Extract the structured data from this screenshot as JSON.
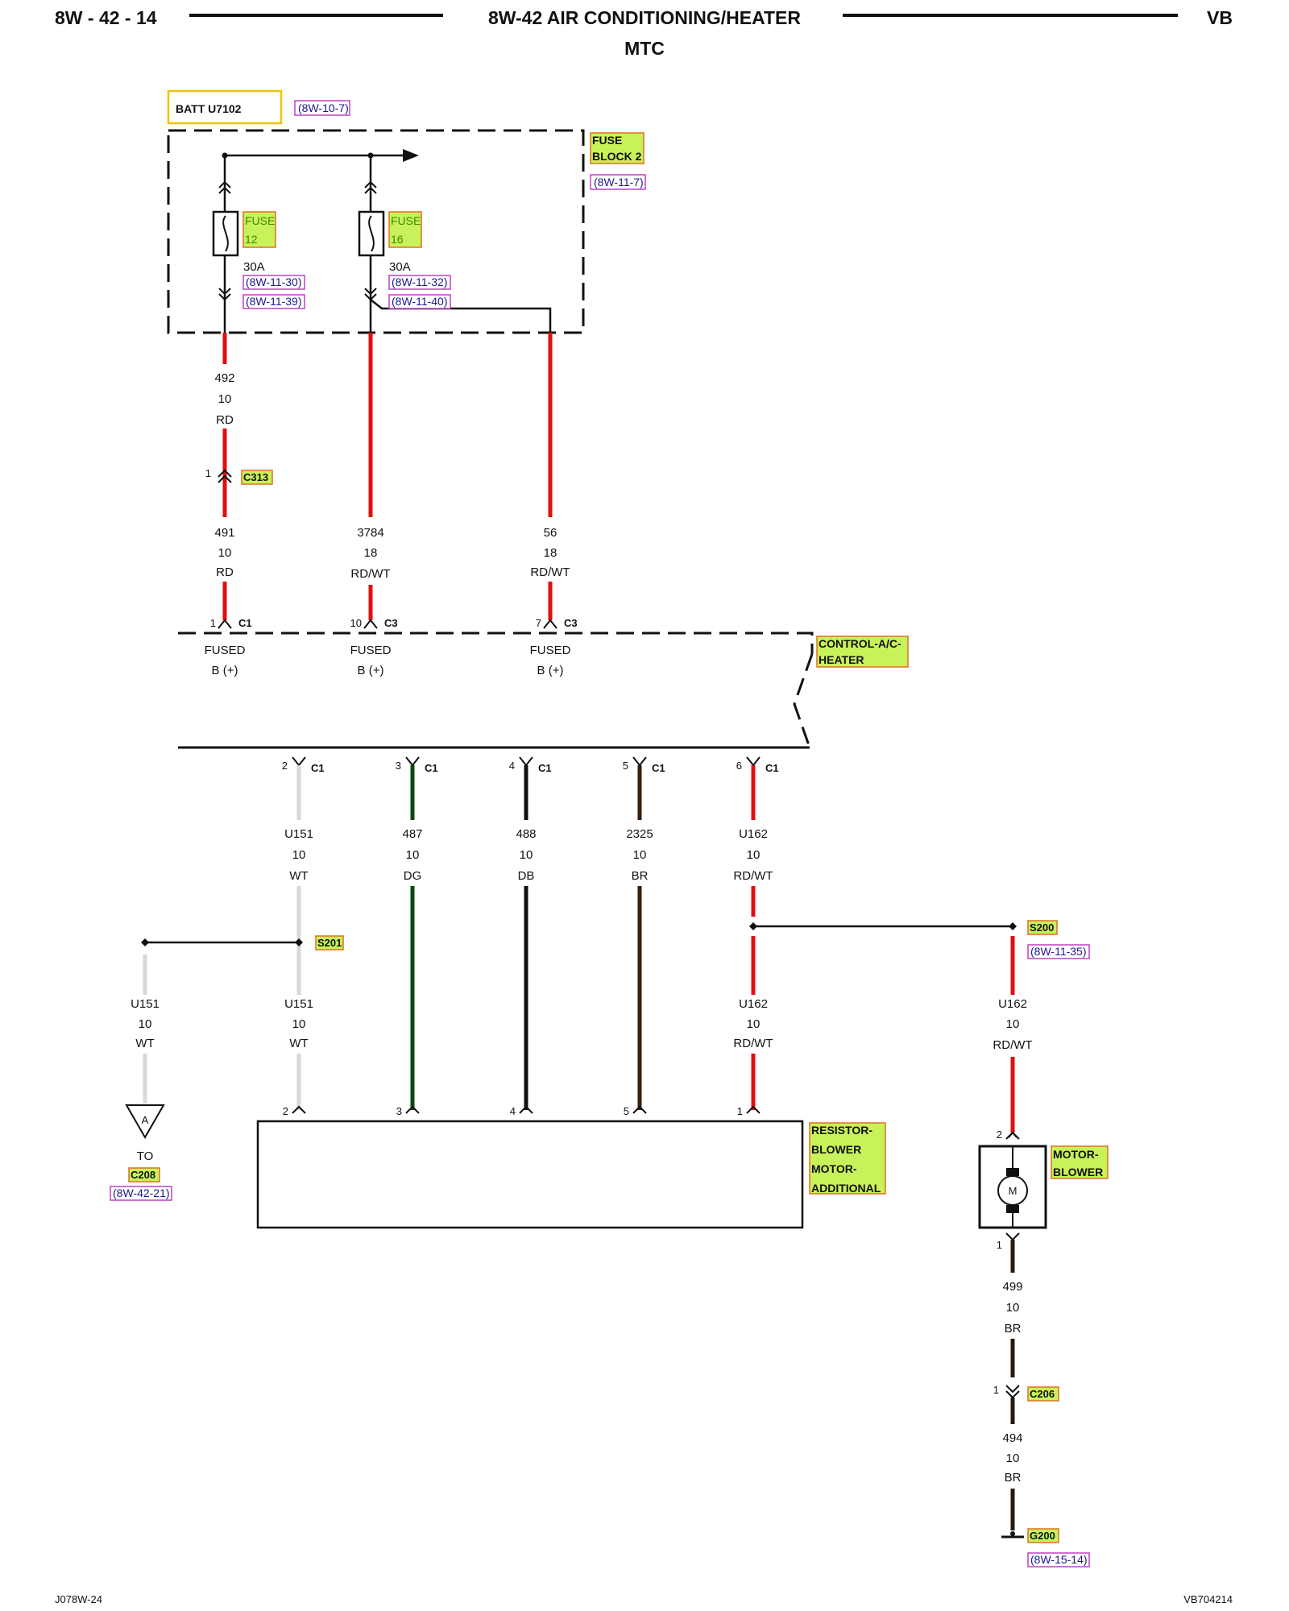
{
  "header": {
    "page": "8W - 42 - 14",
    "title": "8W-42 AIR CONDITIONING/HEATER",
    "subtitle": "MTC",
    "vehicle": "VB"
  },
  "batt": {
    "label": "BATT U7102",
    "ref": "(8W-10-7)"
  },
  "fuse_block": {
    "line1": "FUSE",
    "line2": "BLOCK 2",
    "ref": "(8W-11-7)"
  },
  "fuses": [
    {
      "label": "FUSE",
      "number": "12",
      "rating": "30A",
      "ref1": "(8W-11-30)",
      "ref2": "(8W-11-39)"
    },
    {
      "label": "FUSE",
      "number": "16",
      "rating": "30A",
      "ref1": "(8W-11-32)",
      "ref2": "(8W-11-40)"
    }
  ],
  "c313": {
    "pin": "1",
    "label": "C313"
  },
  "wires": {
    "w492": {
      "id": "492",
      "gauge": "10",
      "color": "RD"
    },
    "w491": {
      "id": "491",
      "gauge": "10",
      "color": "RD"
    },
    "w3784": {
      "id": "3784",
      "gauge": "18",
      "color": "RD/WT"
    },
    "w56": {
      "id": "56",
      "gauge": "18",
      "color": "RD/WT"
    },
    "u151": {
      "id": "U151",
      "gauge": "10",
      "color": "WT"
    },
    "u151_branch": {
      "id": "U151",
      "gauge": "10",
      "color": "WT"
    },
    "u151_lower": {
      "id": "U151",
      "gauge": "10",
      "color": "WT"
    },
    "w487": {
      "id": "487",
      "gauge": "10",
      "color": "DG"
    },
    "w488": {
      "id": "488",
      "gauge": "10",
      "color": "DB"
    },
    "w2325": {
      "id": "2325",
      "gauge": "10",
      "color": "BR"
    },
    "u162": {
      "id": "U162",
      "gauge": "10",
      "color": "RD/WT"
    },
    "u162_lower": {
      "id": "U162",
      "gauge": "10",
      "color": "RD/WT"
    },
    "u162_motor": {
      "id": "U162",
      "gauge": "10",
      "color": "RD/WT"
    },
    "w499": {
      "id": "499",
      "gauge": "10",
      "color": "BR"
    },
    "w494": {
      "id": "494",
      "gauge": "10",
      "color": "BR"
    }
  },
  "control": {
    "line1": "CONTROL-A/C-",
    "line2": "HEATER",
    "inputs": [
      {
        "pin": "1",
        "conn": "C1",
        "line1": "FUSED",
        "line2": "B (+)"
      },
      {
        "pin": "10",
        "conn": "C3",
        "line1": "FUSED",
        "line2": "B (+)"
      },
      {
        "pin": "7",
        "conn": "C3",
        "line1": "FUSED",
        "line2": "B (+)"
      }
    ],
    "outputs": [
      {
        "pin": "2",
        "conn": "C1"
      },
      {
        "pin": "3",
        "conn": "C1"
      },
      {
        "pin": "4",
        "conn": "C1"
      },
      {
        "pin": "5",
        "conn": "C1"
      },
      {
        "pin": "6",
        "conn": "C1"
      }
    ]
  },
  "s201": {
    "label": "S201"
  },
  "s200": {
    "label": "S200",
    "ref": "(8W-11-35)"
  },
  "offpage": {
    "letter": "A",
    "to": "TO",
    "connector": "C208",
    "ref": "(8W-42-21)"
  },
  "resistor": {
    "line1": "RESISTOR-",
    "line2": "BLOWER",
    "line3": "MOTOR-",
    "line4": "ADDITIONAL",
    "pins": [
      "2",
      "3",
      "4",
      "5",
      "1"
    ]
  },
  "motor": {
    "line1": "MOTOR-",
    "line2": "BLOWER",
    "symbol": "M",
    "pin_top": "2",
    "pin_bottom": "1"
  },
  "c206": {
    "pin": "1",
    "label": "C206"
  },
  "g200": {
    "label": "G200",
    "ref": "(8W-15-14)"
  },
  "footer": {
    "left": "J078W-24",
    "right": "VB704214"
  }
}
